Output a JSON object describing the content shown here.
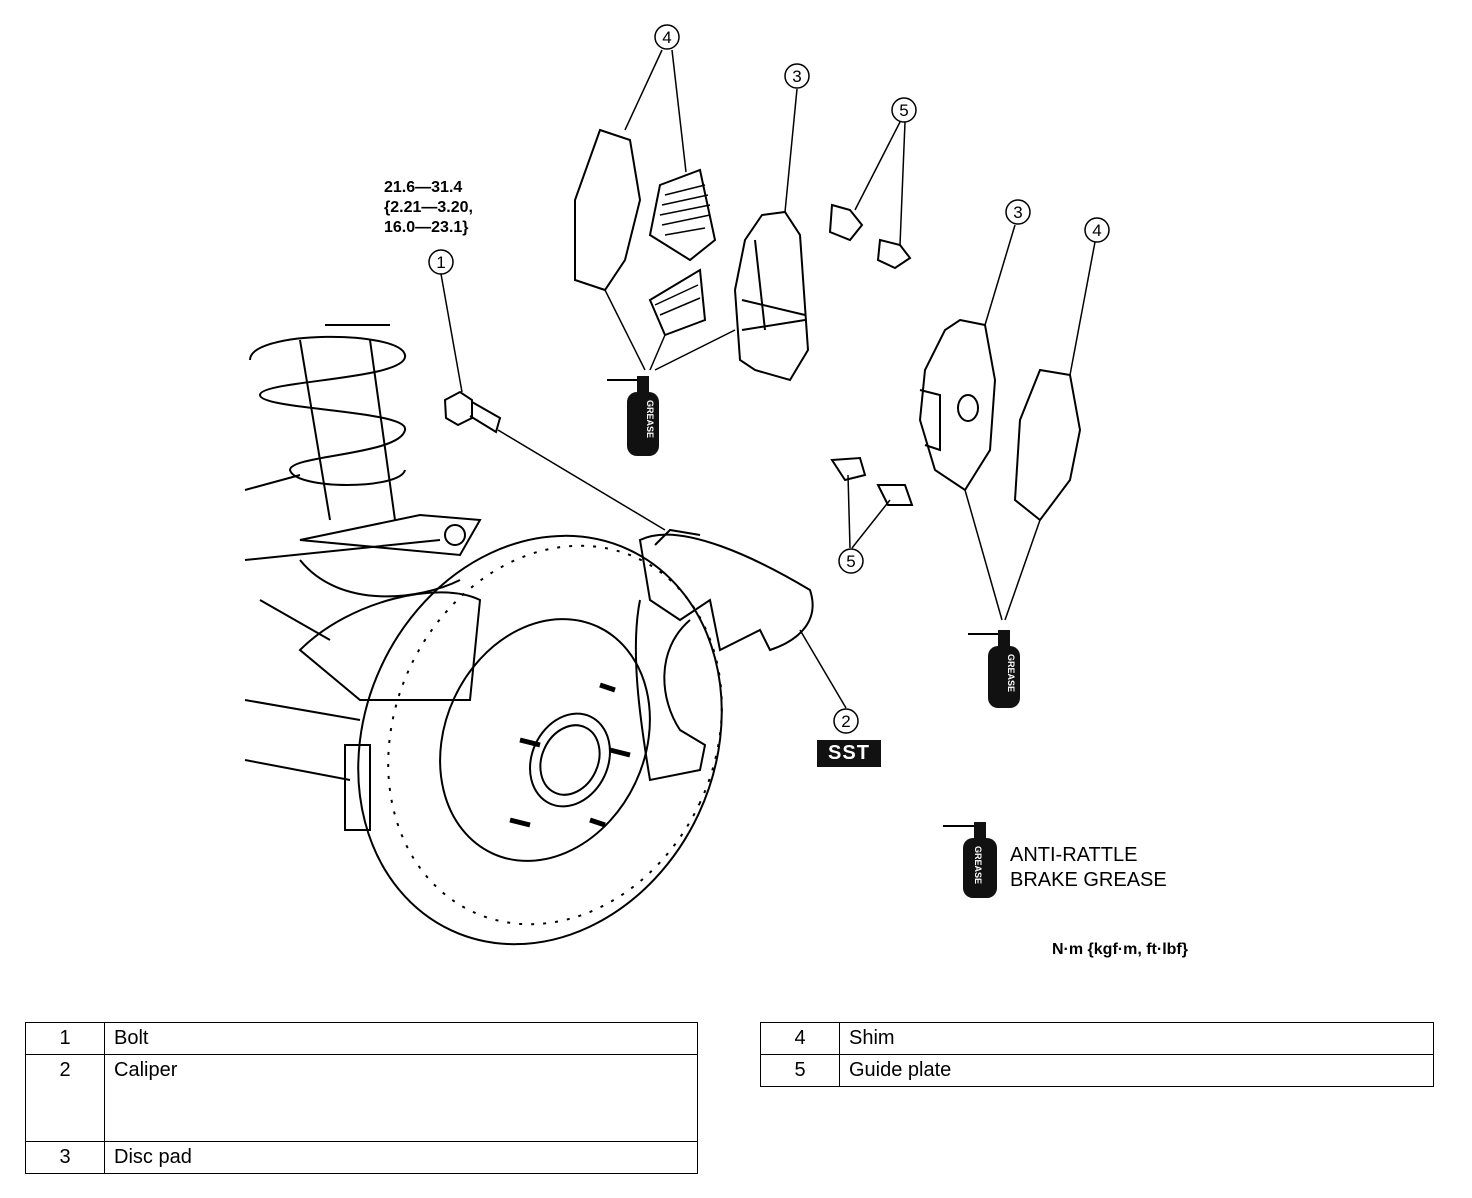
{
  "callouts": {
    "bolt": "1",
    "caliper": "2",
    "disc_pad": "3",
    "shim": "4",
    "guide_plate": "5"
  },
  "torque_spec": {
    "line1": "21.6—31.4",
    "line2": "{2.21—3.20,",
    "line3": "16.0—23.1}"
  },
  "grease_can_label": "GREASE",
  "sst_label": "SST",
  "legend": {
    "line1": "ANTI-RATTLE",
    "line2": "BRAKE GREASE"
  },
  "units": "N·m {kgf·m, ft·lbf}",
  "parts_table_left": [
    {
      "num": "1",
      "name": "Bolt"
    },
    {
      "num": "2",
      "name": "Caliper"
    },
    {
      "num": "3",
      "name": "Disc pad"
    }
  ],
  "parts_table_right": [
    {
      "num": "4",
      "name": "Shim"
    },
    {
      "num": "5",
      "name": "Guide plate"
    }
  ]
}
